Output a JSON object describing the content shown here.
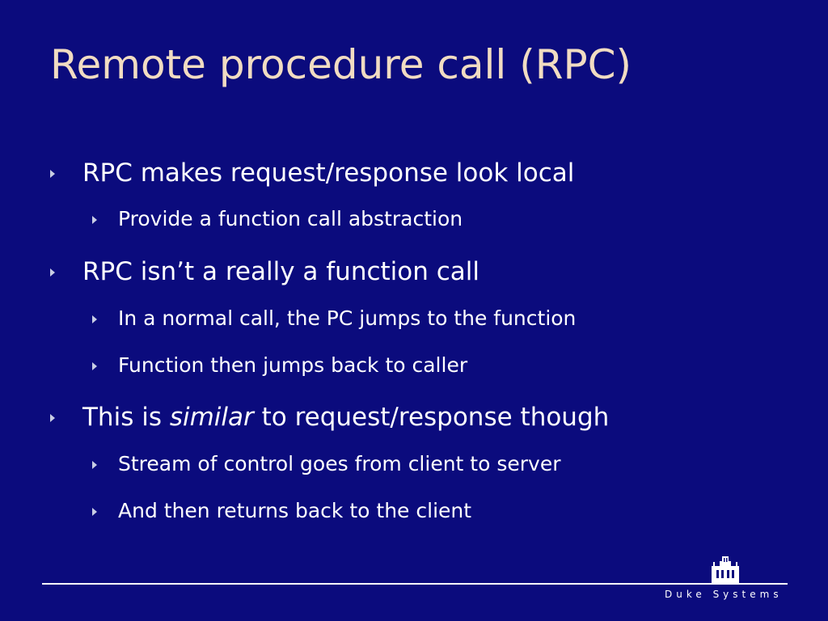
{
  "slide": {
    "title": "Remote procedure call (RPC)",
    "bullets": [
      {
        "text": "RPC makes request/response look local",
        "level": 1
      },
      {
        "text": "Provide a function call abstraction",
        "level": 2
      },
      {
        "text": "RPC isn’t a really a function call",
        "level": 1
      },
      {
        "text": "In a normal call, the PC jumps to the function",
        "level": 2
      },
      {
        "text": "Function then jumps back to caller",
        "level": 2
      },
      {
        "text_before": "This is ",
        "text_em": "similar",
        "text_after": " to request/response though",
        "level": 1
      },
      {
        "text": "Stream of control goes from client to server",
        "level": 2
      },
      {
        "text": "And then returns back to the client",
        "level": 2
      }
    ],
    "footer": {
      "org_text": "Duke Systems",
      "logo_icon": "duke-chapel-icon"
    },
    "colors": {
      "background": "#0b0b7d",
      "title": "#f1dcc2",
      "text": "#ffffff",
      "bullet": "#c8cde4"
    }
  }
}
